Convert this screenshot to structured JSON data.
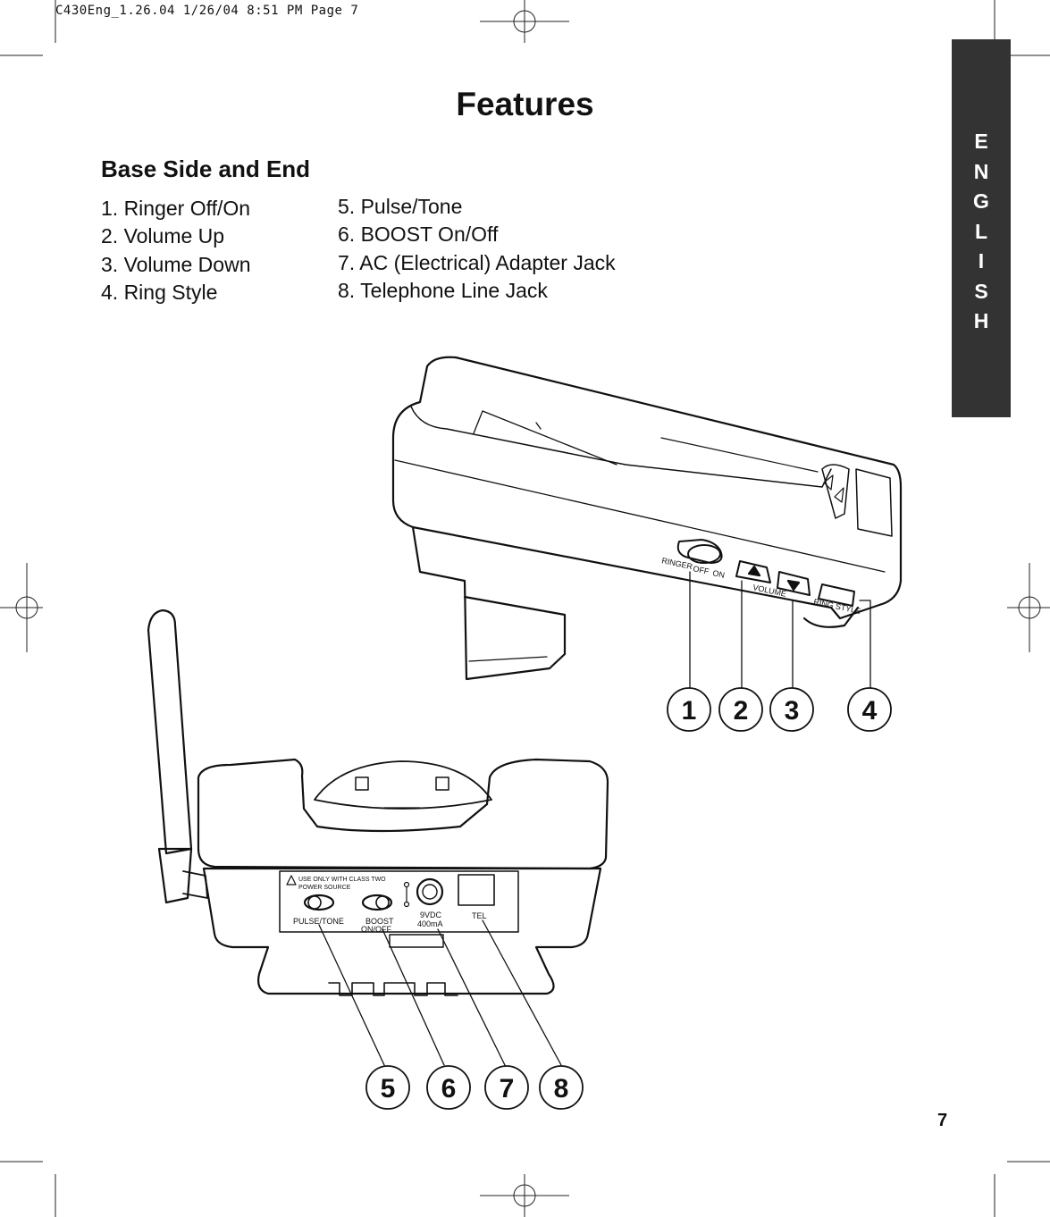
{
  "slug": "C430Eng_1.26.04  1/26/04  8:51 PM  Page 7",
  "title": "Features",
  "section_title": "Base Side and End",
  "features_left": [
    "1. Ringer Off/On",
    "2. Volume Up",
    "3. Volume Down",
    "4. Ring Style"
  ],
  "features_right": [
    "5. Pulse/Tone",
    "6. BOOST On/Off",
    "7. AC (Electrical) Adapter Jack",
    "8. Telephone Line Jack"
  ],
  "language_tab": [
    "E",
    "N",
    "G",
    "L",
    "I",
    "S",
    "H"
  ],
  "page_number": "7",
  "side_panel_labels": {
    "ringer": "RINGER",
    "off": "OFF",
    "on": "ON",
    "volume": "VOLUME",
    "ring_style": "RING STYLE"
  },
  "end_panel_labels": {
    "warning_line1": "USE ONLY WITH CLASS TWO",
    "warning_line2": "POWER SOURCE",
    "pulse_tone": "PULSE/TONE",
    "boost_line1": "BOOST",
    "boost_line2": "ON/OFF",
    "power_line1": "9VDC",
    "power_line2": "400mA",
    "tel": "TEL"
  },
  "callouts": [
    "1",
    "2",
    "3",
    "4",
    "5",
    "6",
    "7",
    "8"
  ],
  "colors": {
    "tab_background": "#333333",
    "tab_text": "#ffffff",
    "ink": "#111111"
  }
}
